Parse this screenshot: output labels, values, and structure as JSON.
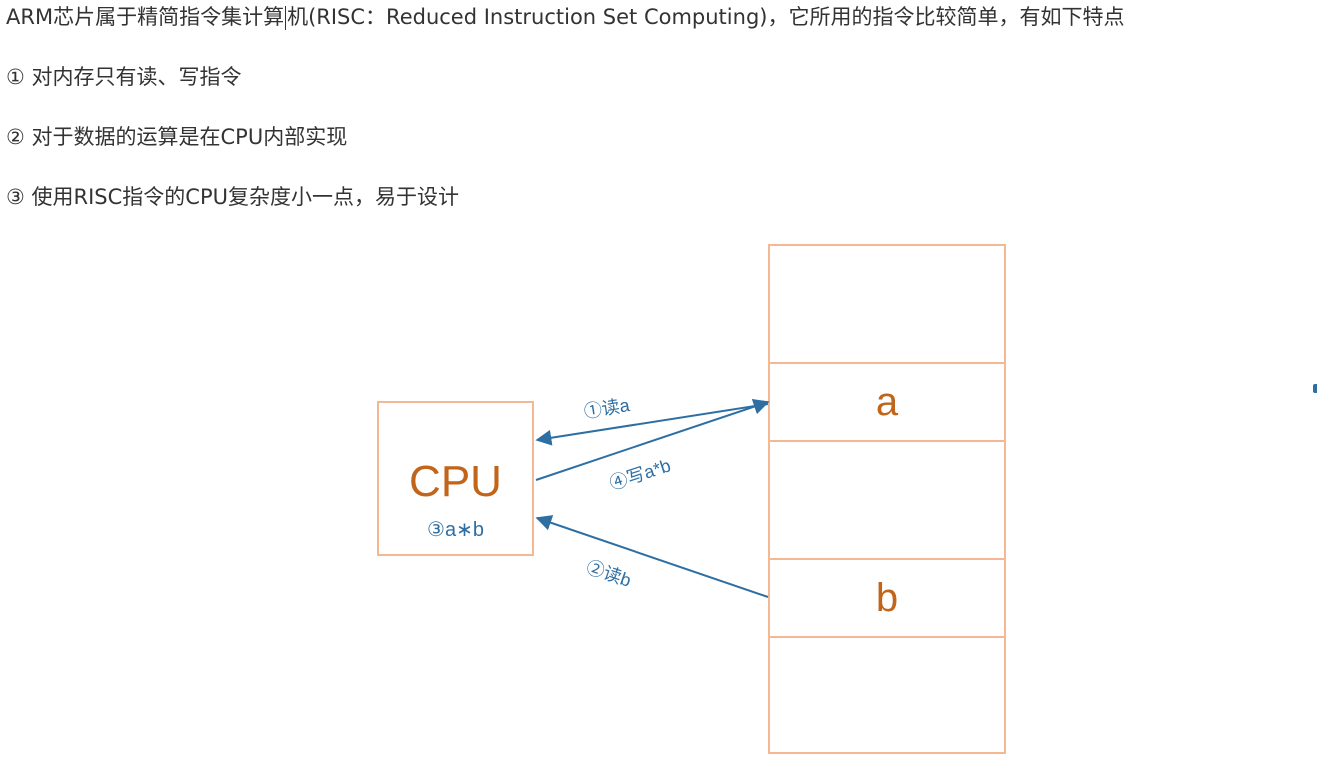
{
  "text": {
    "line0_part1": "ARM芯片属于精简指令集计算",
    "line0_part2": "机(RISC：Reduced Instruction Set Computing)，它所用的指令比较简单，有如下特点",
    "line1": "① 对内存只有读、写指令",
    "line2": "② 对于数据的运算是在CPU内部实现",
    "line3": "③ 使用RISC指令的CPU复杂度小一点，易于设计"
  },
  "diagram": {
    "cpu": {
      "title": "CPU",
      "operation": "③a∗b"
    },
    "memory_cells": [
      {
        "label": ""
      },
      {
        "label": "a"
      },
      {
        "label": ""
      },
      {
        "label": "b"
      },
      {
        "label": ""
      }
    ],
    "arrows": [
      {
        "label": "①读a"
      },
      {
        "label": "④写a*b"
      },
      {
        "label": "②读b"
      }
    ],
    "colors": {
      "box_border": "#f4b894",
      "box_text": "#c0651a",
      "arrow": "#2e6fa3",
      "body_text": "#333333"
    }
  }
}
